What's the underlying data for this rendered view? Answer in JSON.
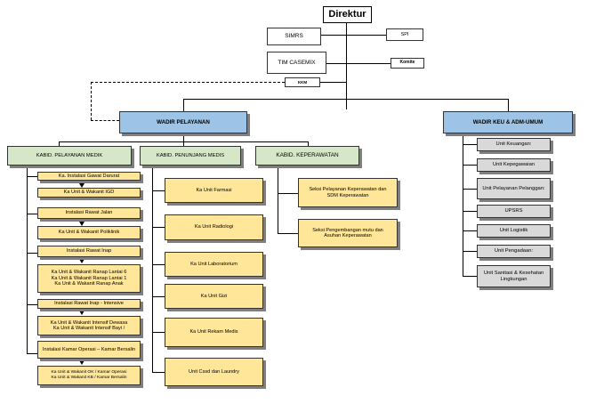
{
  "top": {
    "direktur": "Direktur",
    "simrs": "SIMRS",
    "spi": "SPI",
    "tim_casemix": "TIM CASEMIX",
    "komite": "Komite",
    "kkm": "KKM"
  },
  "wadir": {
    "pelayanan": "WADIR PELAYANAN",
    "keu": "WADIR KEU & ADM-UMUM"
  },
  "kabid": {
    "medik": "KABID. PELAYANAN MEDIK",
    "penunjang": "KABID. PENUNJANG MEDIS",
    "keperawatan": "KABID. KEPERAWATAN"
  },
  "medik_items": [
    "Ka. Instalasi Gawat Darurat",
    "Ka Unit & Wakanit IGD",
    "Instalasi Rawat Jalan",
    "Ka Unit & Wakanit Poliklinik",
    "Instalasi Rawat Inap",
    "Ka Unit & Wakanit Ranap Lantai 6\nKa Unit & Wakanit Ranap Lantai 1\nKa Unit & Wakanit Ranap Anak",
    "Instalasi Rawat Inap - Intensive",
    "Ka Unit & Wakanit Intensif Dewasa\nKa Unit & Wakanit Intensif Bayi /",
    "Instalasi Kamar Operasi – Kamar Bersalin",
    "Ka Unit & Wakanit OK / Kamar Operasi\nKa Unit & Wakanit KB / Kamar Bersalin"
  ],
  "penunjang_items": [
    "Ka Unit Farmasi",
    "Ka Unit Radiologi",
    "Ka Unit Laboratorium",
    "Ka Unit Gizi",
    "Ka Unit Rekam Medis",
    "Unit Cssd dan Laundry"
  ],
  "keperawatan_items": [
    "Seksi Pelayanan Keperawatan dan SDM Keperawatan",
    "Seksi Pengembangan mutu dan Asuhan Keperawatan"
  ],
  "keu_items": [
    "Unit Keuangan:",
    "Unit Kepegawaian",
    "Unit Pelayanan Pelanggan:",
    "UPSRS",
    "Unit Logistik",
    "Unit Pengadaan:",
    "Unit Sanitasi & Kesehatan Lingkungan"
  ],
  "colors": {
    "yellow": "#ffe699",
    "green": "#d6e7c7",
    "blue": "#9dc3e6",
    "gray": "#d9d9d9"
  }
}
